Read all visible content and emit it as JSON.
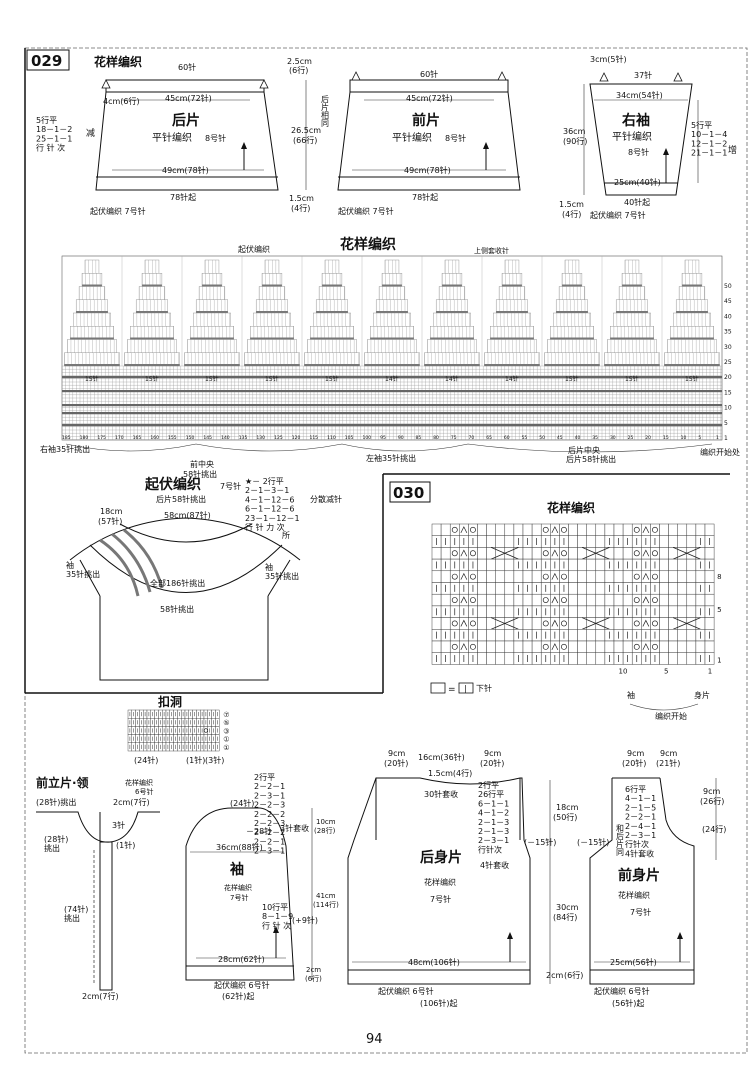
{
  "page_number": "94",
  "p029": {
    "id": "029",
    "pattern_label": "花样编织",
    "back": {
      "title": "后片",
      "method": "平针编织",
      "needle": "8号针",
      "top": "60针",
      "upper_width": "45cm(72针)",
      "lower_width": "49cm(78针)",
      "bottom": "78针起",
      "cast_on": "起伏编织  7号针",
      "shoulder": "4cm(6行)",
      "dec_note": "5行平\n18－1－2\n25－1－1\n行  针  次",
      "dec_word": "减"
    },
    "mid_dims": {
      "top_h": "2.5cm",
      "top_rows": "(6行)",
      "same": "后片相同",
      "body_h": "26.5cm",
      "body_rows": "(66行)",
      "bot_h": "1.5cm",
      "bot_rows": "(4行)"
    },
    "front": {
      "title": "前片",
      "method": "平针编织",
      "needle": "8号针",
      "top": "60针",
      "upper_width": "45cm(72针)",
      "lower_width": "49cm(78针)",
      "bottom": "78针起",
      "cast_on": "起伏编织  7号针"
    },
    "sleeve": {
      "title": "右袖",
      "method": "平针编织",
      "needle": "8号针",
      "top_dim": "3cm(5针)",
      "top": "37针",
      "upper_width": "34cm(54针)",
      "lower_width": "25cm(40针)",
      "bottom": "40针起",
      "cast_on": "起伏编织  7号针",
      "height": "36cm",
      "height_rows": "(90行)",
      "bot_h": "1.5cm",
      "bot_rows": "(4行)",
      "inc_note": "5行平\n10－1－4\n12－1－2\n21－1－1",
      "inc_word": "增"
    },
    "chart": {
      "title": "花样编织",
      "top_left": "起伏编织",
      "top_right": "上侧套收针",
      "counts": [
        "15针",
        "15针",
        "15针",
        "15针",
        "15针",
        "14针",
        "14针",
        "14针",
        "15针",
        "15针",
        "15针"
      ],
      "front_center": "前中央",
      "front_center_pick": "58针挑出",
      "left_sleeve": "左袖35针挑出",
      "back_center": "后片中央",
      "back_center_pick": "后片58针挑出",
      "right_sleeve": "右袖35针挑出",
      "start": "编织开始处",
      "row_numbers": [
        "50",
        "45",
        "40",
        "35",
        "30",
        "25",
        "20",
        "15",
        "10",
        "5",
        "1"
      ],
      "col_numbers": [
        "185",
        "180",
        "175",
        "170",
        "165",
        "160",
        "155",
        "150",
        "145",
        "140",
        "135",
        "130",
        "125",
        "120",
        "115",
        "110",
        "105",
        "100",
        "95",
        "90",
        "85",
        "80",
        "75",
        "70",
        "65",
        "60",
        "55",
        "50",
        "45",
        "40",
        "35",
        "30",
        "25",
        "20",
        "15",
        "10",
        "5",
        "1"
      ]
    },
    "yoke": {
      "title": "起伏编织",
      "needle": "7号针",
      "back_pick": "后片58针挑出",
      "neck_dim": "18cm",
      "neck_sts": "(57针)",
      "top": "58cm(87针)",
      "sleeve_left": "袖\n35针挑出",
      "sleeve_right": "袖\n35针挑出",
      "total": "全部186针挑出",
      "front_pick": "58针挑出",
      "star_note": "★－  2行平\n2－1－3－1\n4－1－12－6\n6－1－12－6\n23－1－12－1\n行  针  力  次",
      "star_note2": "所",
      "dec_label": "分散减针"
    }
  },
  "p030": {
    "id": "030",
    "chart_title": "花样编织",
    "chart_rows": [
      "8",
      "5",
      "1"
    ],
    "chart_cols": [
      "10",
      "5",
      "1"
    ],
    "legend_equals": "=",
    "legend_symbol": "|",
    "legend_text": "下针",
    "sleeve_label": "袖",
    "body_label": "身片",
    "start_label": "编织开始",
    "buttonhole": {
      "title": "扣洞",
      "left": "(24针)",
      "mid": "(1针)",
      "right": "(3针)",
      "rows": [
        "⑦",
        "⑤",
        "③",
        "①",
        "①"
      ]
    },
    "band": {
      "title": "前立片·领",
      "pattern": "花样编织",
      "needle": "6号针",
      "top_pick": "(28针)挑出",
      "width": "2cm(7行)",
      "side_pick": "(28针)\n挑出",
      "front_pick": "(74针)\n挑出",
      "bottom": "2cm(7行)",
      "n3": "3针",
      "n1": "(1针)"
    },
    "sleeve": {
      "title": "袖",
      "pattern": "花样编织",
      "needle": "7号针",
      "top": "(24针)",
      "cap_note": "2行平\n2－2－1\n2－3－1\n2－2－3\n2－2－2\n2－2－3\n2－2－2\n2－2－1\n2－3－1",
      "cap_less": "－28针",
      "cap_bind": "3针套收",
      "cap_h": "10cm",
      "cap_rows": "(28行)",
      "upper_width": "36cm(88针)",
      "body_h": "41cm",
      "body_rows": "(114行)",
      "inc_note": "10行平\n8－1－9\n行  针  次",
      "inc_plus": "(+9针)",
      "lower_width": "28cm(62针)",
      "cast_on": "起伏编织  6号针",
      "bottom": "(62针)起",
      "bot_h": "2cm",
      "bot_rows": "(6行)"
    },
    "back": {
      "title": "后身片",
      "pattern": "花样编织",
      "needle": "7号针",
      "top_left": "9cm",
      "top_left_sts": "(20针)",
      "top_mid": "16cm(36针)",
      "top_right": "9cm",
      "top_right_sts": "(20针)",
      "neck_h": "1.5cm(4行)",
      "neck_bind": "30针套收",
      "side_note": "2行平\n26行平\n6－1－1\n4－1－2\n2－1－3\n2－1－3\n2－3－1\n行针次",
      "armhole_bind": "4针套收",
      "minus": "(－15针)",
      "armhole_h": "18cm",
      "armhole_rows": "(50行)",
      "body_h": "30cm",
      "body_rows": "(84行)",
      "width": "48cm(106针)",
      "bot_h": "2cm",
      "bot_rows": "(6行)",
      "cast_on": "起伏编织  6号针",
      "bottom": "(106针)起"
    },
    "front": {
      "title": "前身片",
      "pattern": "花样编织",
      "needle": "7号针",
      "top_left": "9cm",
      "top_left_sts": "(20针)",
      "top_right": "9cm",
      "top_right_sts": "(21针)",
      "neck_note": "6行平\n4－1－1\n2－1－5\n2－2－1\n2－4－1\n2－3－1\n行针次\n4针套收",
      "same_side": "和后片同",
      "minus": "(－15针)",
      "right_h": "9cm",
      "right_rows": "(26行)",
      "right_sts": "(24行)",
      "width": "25cm(56针)",
      "cast_on": "起伏编织  6号针",
      "bottom": "(56针)起"
    }
  }
}
